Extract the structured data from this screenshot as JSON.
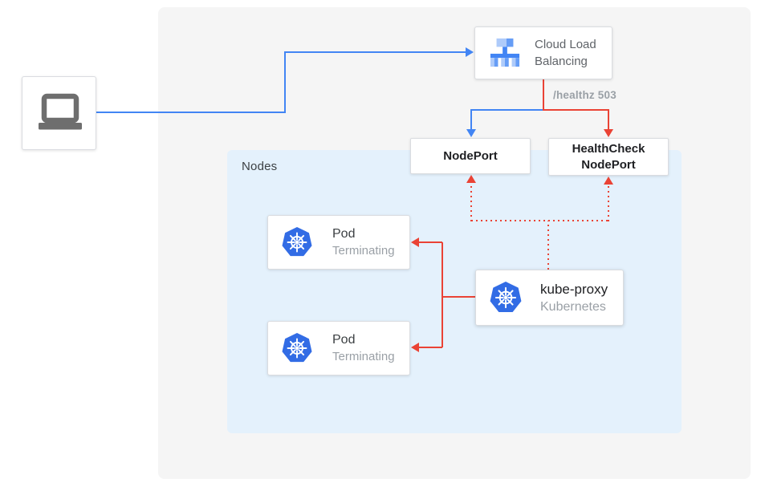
{
  "nodes_panel_label": "Nodes",
  "client": {
    "icon": "laptop-icon"
  },
  "clb": {
    "title_line1": "Cloud Load",
    "title_line2": "Balancing",
    "icon": "cloud-load-balancing-icon"
  },
  "healthz_label": "/healthz 503",
  "nodeport": {
    "label": "NodePort"
  },
  "healthcheck_nodeport": {
    "line1": "HealthCheck",
    "line2": "NodePort"
  },
  "pods": [
    {
      "title": "Pod",
      "subtitle": "Terminating",
      "icon": "kubernetes-icon"
    },
    {
      "title": "Pod",
      "subtitle": "Terminating",
      "icon": "kubernetes-icon"
    }
  ],
  "kube_proxy": {
    "title": "kube-proxy",
    "subtitle": "Kubernetes",
    "icon": "kubernetes-icon"
  },
  "colors": {
    "blue_arrow": "#4285f4",
    "red_arrow": "#ea4335",
    "outer_panel": "#f5f5f5",
    "nodes_panel": "#e4f1fc",
    "kubernetes_blue": "#326ce5",
    "icon_light_blue": "#aecbfa",
    "icon_mid_blue": "#669df6",
    "laptop_gray": "#6e6e6e",
    "muted_text": "#9aa0a6",
    "dark_text": "#202124"
  }
}
